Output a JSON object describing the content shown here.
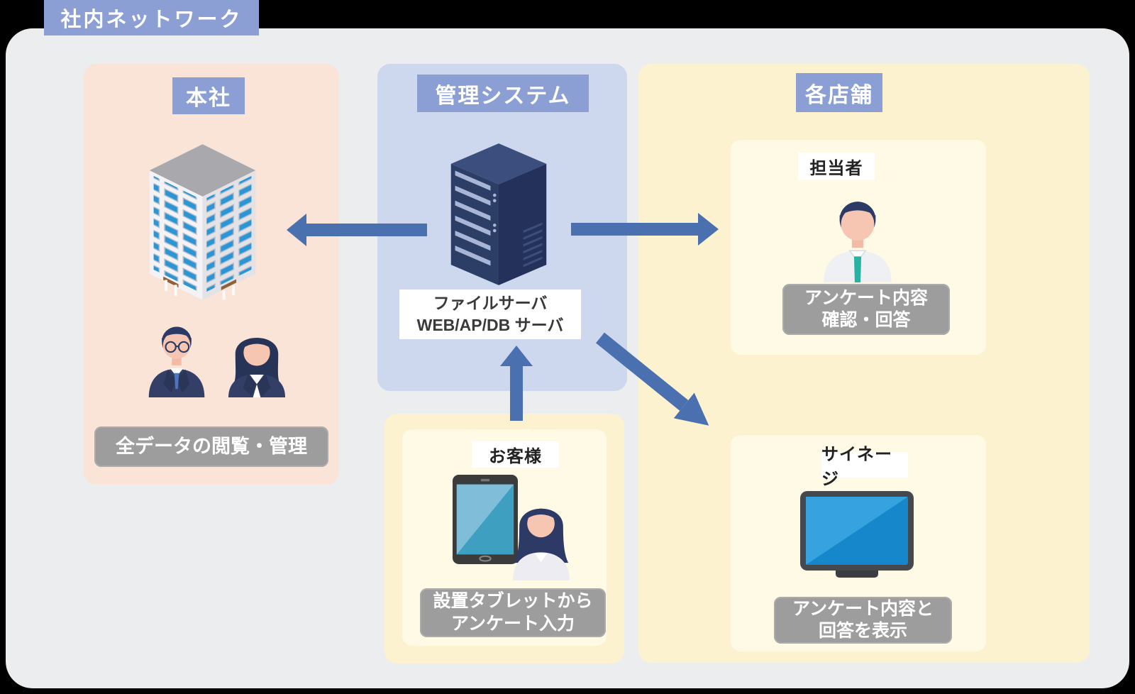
{
  "title": "社内ネットワーク",
  "hq": {
    "label": "本社",
    "caption": "全データの閲覧・管理"
  },
  "system": {
    "label": "管理システム",
    "server_caption_line1": "ファイルサーバ",
    "server_caption_line2": "WEB/AP/DB サーバ"
  },
  "stores": {
    "label": "各店舗",
    "staff": {
      "label": "担当者",
      "caption_line1": "アンケート内容",
      "caption_line2": "確認・回答"
    },
    "signage": {
      "label": "サイネージ",
      "caption_line1": "アンケート内容と",
      "caption_line2": "回答を表示"
    }
  },
  "customer": {
    "label": "お客様",
    "caption_line1": "設置タブレットから",
    "caption_line2": "アンケート入力"
  },
  "colors": {
    "label_blue": "#8b9fd4",
    "panel_pink": "#fae3d7",
    "panel_blue": "#cdd7ed",
    "panel_yellow": "#fdf2cf",
    "panel_cream": "#fefae6",
    "caption_gray": "#9d9d9d",
    "arrow_blue": "#4a70af",
    "board_gray": "#ecedef"
  }
}
